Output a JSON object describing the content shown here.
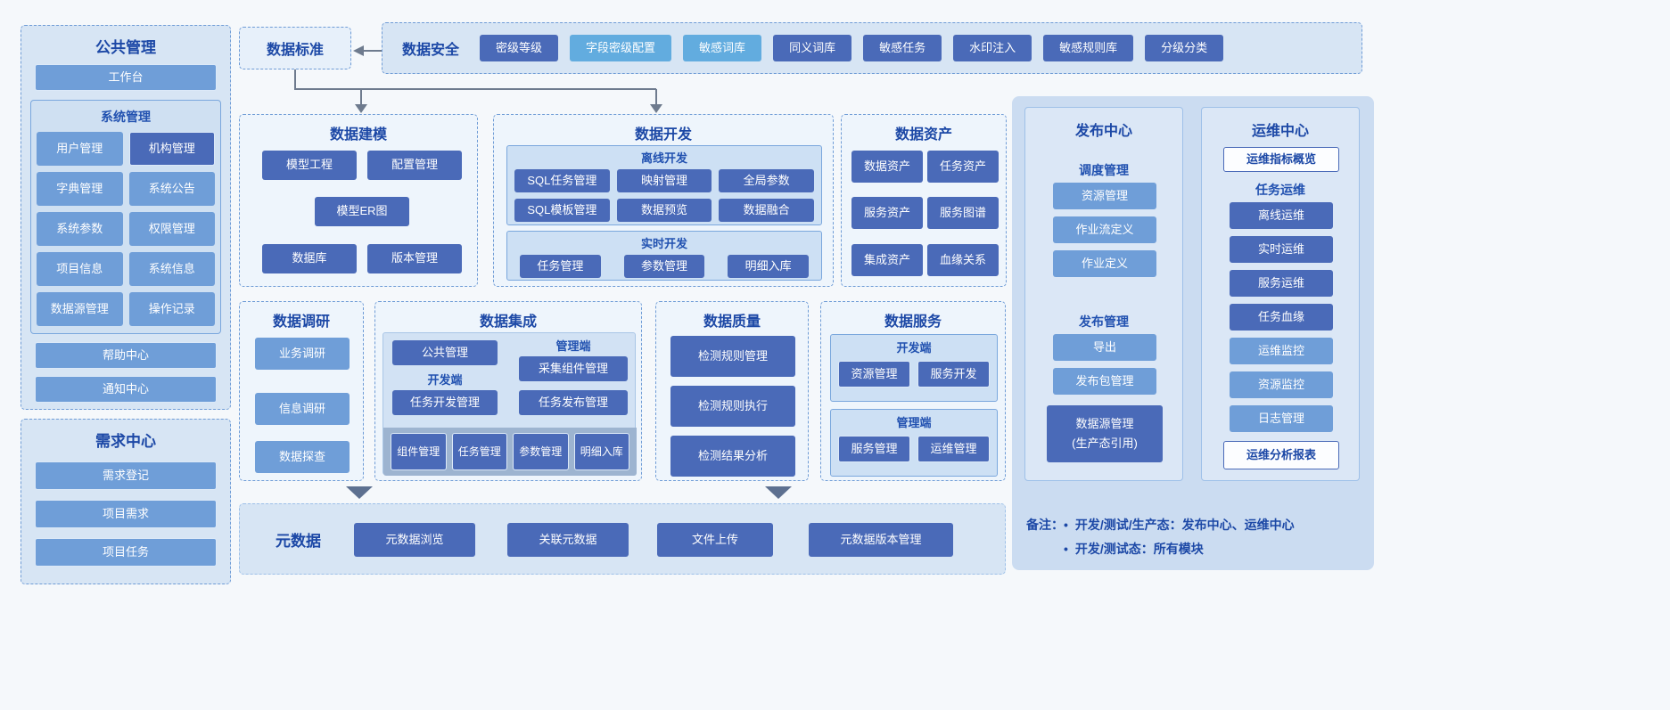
{
  "colors": {
    "accent_dark": "#4a6ab8",
    "accent_mid": "#6f9ed8",
    "accent_light": "#62acdf",
    "title_text": "#1c48a6",
    "panel_bg": "#d7e5f4",
    "strip_bg": "#9db4d0",
    "arrow": "#6e7b8e"
  },
  "public_mgmt": {
    "title": "公共管理",
    "workbench": "工作台",
    "system": {
      "title": "系统管理",
      "items": [
        "用户管理",
        "机构管理",
        "字典管理",
        "系统公告",
        "系统参数",
        "权限管理",
        "项目信息",
        "系统信息",
        "数据源管理",
        "操作记录"
      ]
    },
    "help": "帮助中心",
    "notice": "通知中心"
  },
  "demand": {
    "title": "需求中心",
    "items": [
      "需求登记",
      "项目需求",
      "项目任务"
    ]
  },
  "standard": {
    "title": "数据标准"
  },
  "security": {
    "title": "数据安全",
    "items": [
      "密级等级",
      "字段密级配置",
      "敏感词库",
      "同义词库",
      "敏感任务",
      "水印注入",
      "敏感规则库",
      "分级分类"
    ]
  },
  "modeling": {
    "title": "数据建模",
    "items": [
      "模型工程",
      "配置管理",
      "模型ER图",
      "数据库",
      "版本管理"
    ]
  },
  "development": {
    "title": "数据开发",
    "offline": {
      "title": "离线开发",
      "items": [
        "SQL任务管理",
        "映射管理",
        "全局参数",
        "SQL模板管理",
        "数据预览",
        "数据融合"
      ]
    },
    "realtime": {
      "title": "实时开发",
      "items": [
        "任务管理",
        "参数管理",
        "明细入库"
      ]
    }
  },
  "assets": {
    "title": "数据资产",
    "items": [
      "数据资产",
      "任务资产",
      "服务资产",
      "服务图谱",
      "集成资产",
      "血缘关系"
    ]
  },
  "research": {
    "title": "数据调研",
    "items": [
      "业务调研",
      "信息调研",
      "数据探查"
    ]
  },
  "integration": {
    "title": "数据集成",
    "public_btn": "公共管理",
    "mgmt_label": "管理端",
    "collect_btn": "采集组件管理",
    "dev_label": "开发端",
    "task_dev_btn": "任务开发管理",
    "task_pub_btn": "任务发布管理",
    "strip": [
      "组件管理",
      "任务管理",
      "参数管理",
      "明细入库"
    ]
  },
  "quality": {
    "title": "数据质量",
    "items": [
      "检测规则管理",
      "检测规则执行",
      "检测结果分析"
    ]
  },
  "services": {
    "title": "数据服务",
    "dev": {
      "label": "开发端",
      "items": [
        "资源管理",
        "服务开发"
      ]
    },
    "mgmt": {
      "label": "管理端",
      "items": [
        "服务管理",
        "运维管理"
      ]
    }
  },
  "metadata": {
    "title": "元数据",
    "items": [
      "元数据浏览",
      "关联元数据",
      "文件上传",
      "元数据版本管理"
    ]
  },
  "release": {
    "title": "发布中心",
    "schedule_label": "调度管理",
    "schedule_items": [
      "资源管理",
      "作业流定义",
      "作业定义"
    ],
    "publish_label": "发布管理",
    "publish_items": [
      "导出",
      "发布包管理"
    ],
    "datasource": {
      "line1": "数据源管理",
      "line2": "(生产态引用)"
    }
  },
  "ops": {
    "title": "运维中心",
    "overview": "运维指标概览",
    "task_label": "任务运维",
    "task_items": [
      "离线运维",
      "实时运维",
      "服务运维",
      "任务血缘"
    ],
    "monitor_items": [
      "运维监控",
      "资源监控",
      "日志管理"
    ],
    "report": "运维分析报表"
  },
  "note": {
    "prefix": "备注：",
    "bullet": "•",
    "lines": [
      "开发/测试/生产态：发布中心、运维中心",
      "开发/测试态：所有模块"
    ]
  }
}
